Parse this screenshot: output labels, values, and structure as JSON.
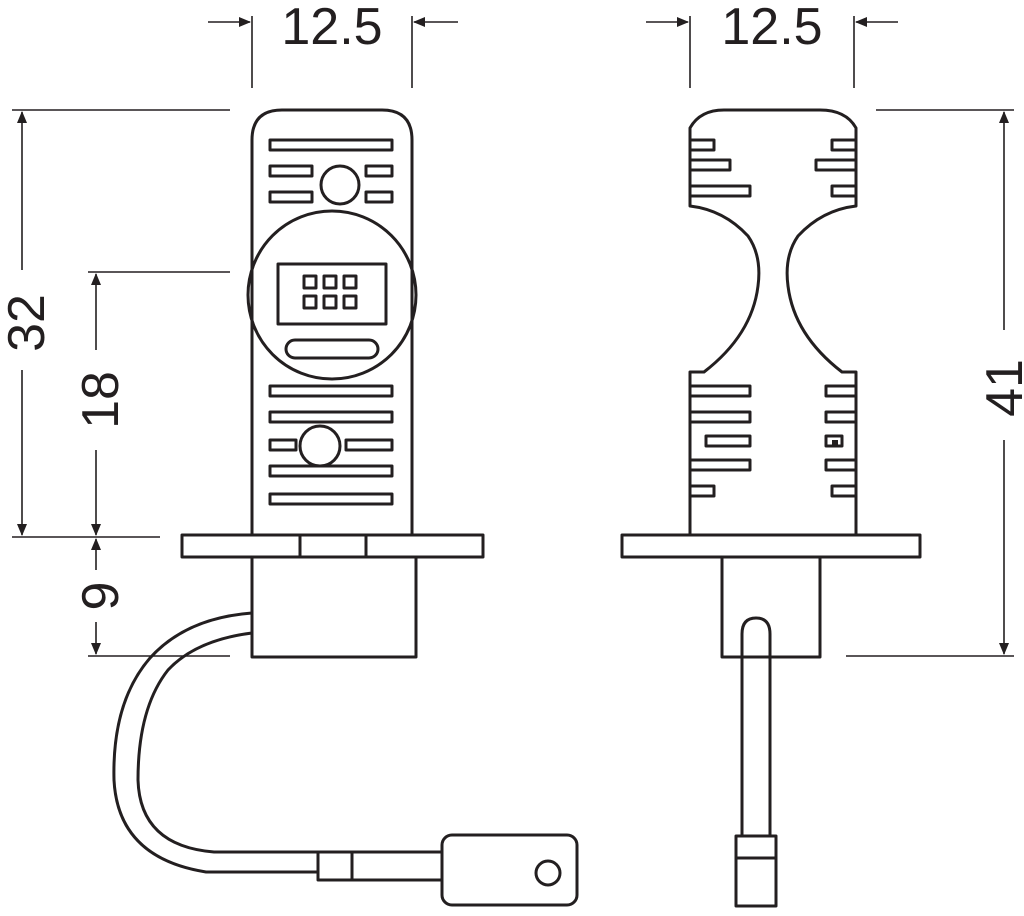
{
  "dimensions": {
    "left_view_width": "12.5",
    "right_view_width": "12.5",
    "left_total_height": "32",
    "left_led_height": "18",
    "left_base_height": "9",
    "right_total_height": "41"
  },
  "colors": {
    "line": "#231f20",
    "background": "#ffffff"
  }
}
